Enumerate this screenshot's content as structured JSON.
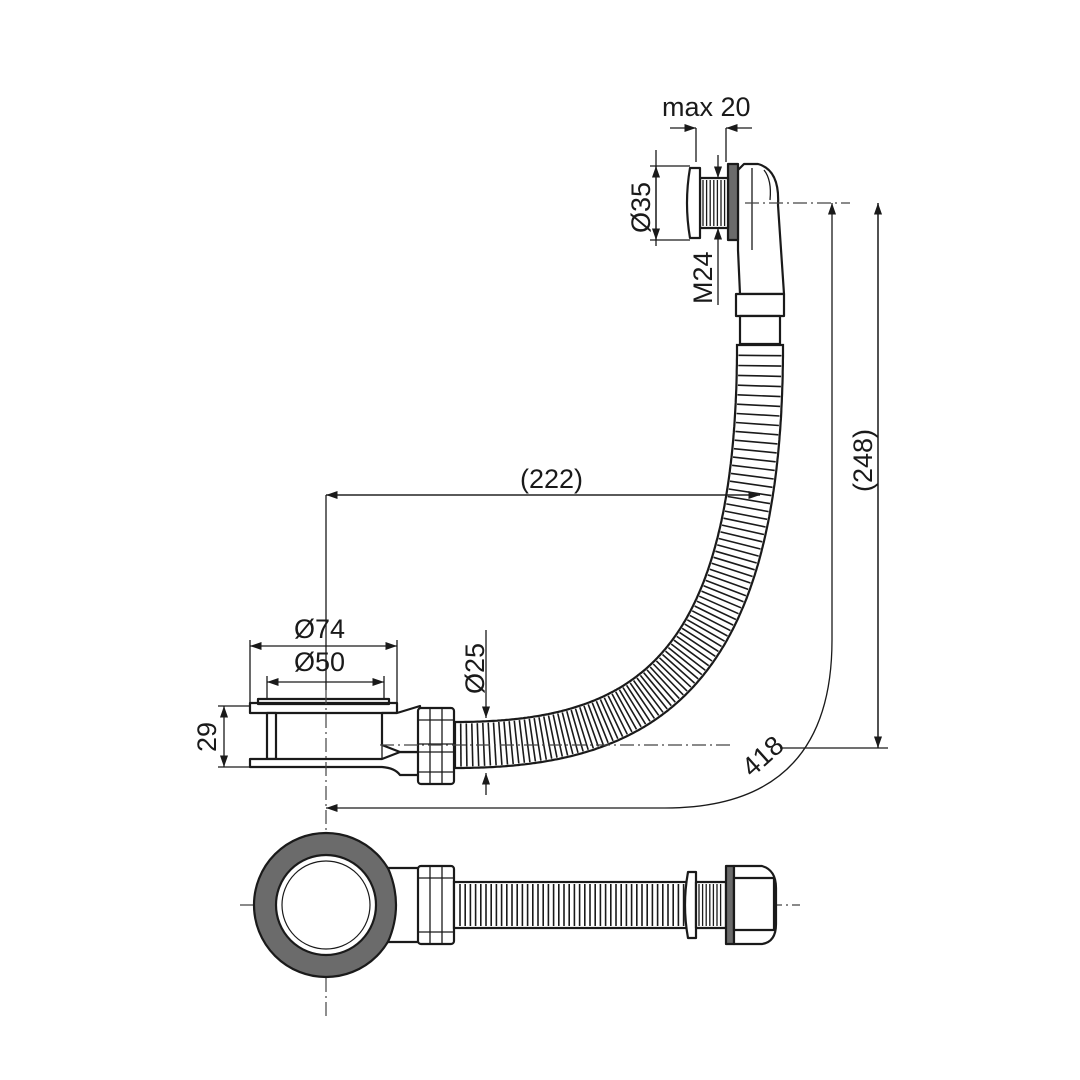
{
  "dimensions": {
    "max_clamp": "max 20",
    "outlet_diameter": "Ø35",
    "thread": "M24",
    "height": "(248)",
    "horizontal_reach": "(222)",
    "total_length": "418",
    "drain_outer_diameter": "Ø74",
    "drain_inner_diameter": "Ø50",
    "hose_diameter": "Ø25",
    "drain_height": "29"
  },
  "colors": {
    "line": "#1a1a1a",
    "ring_fill": "#6b6b6b",
    "background": "#ffffff"
  }
}
